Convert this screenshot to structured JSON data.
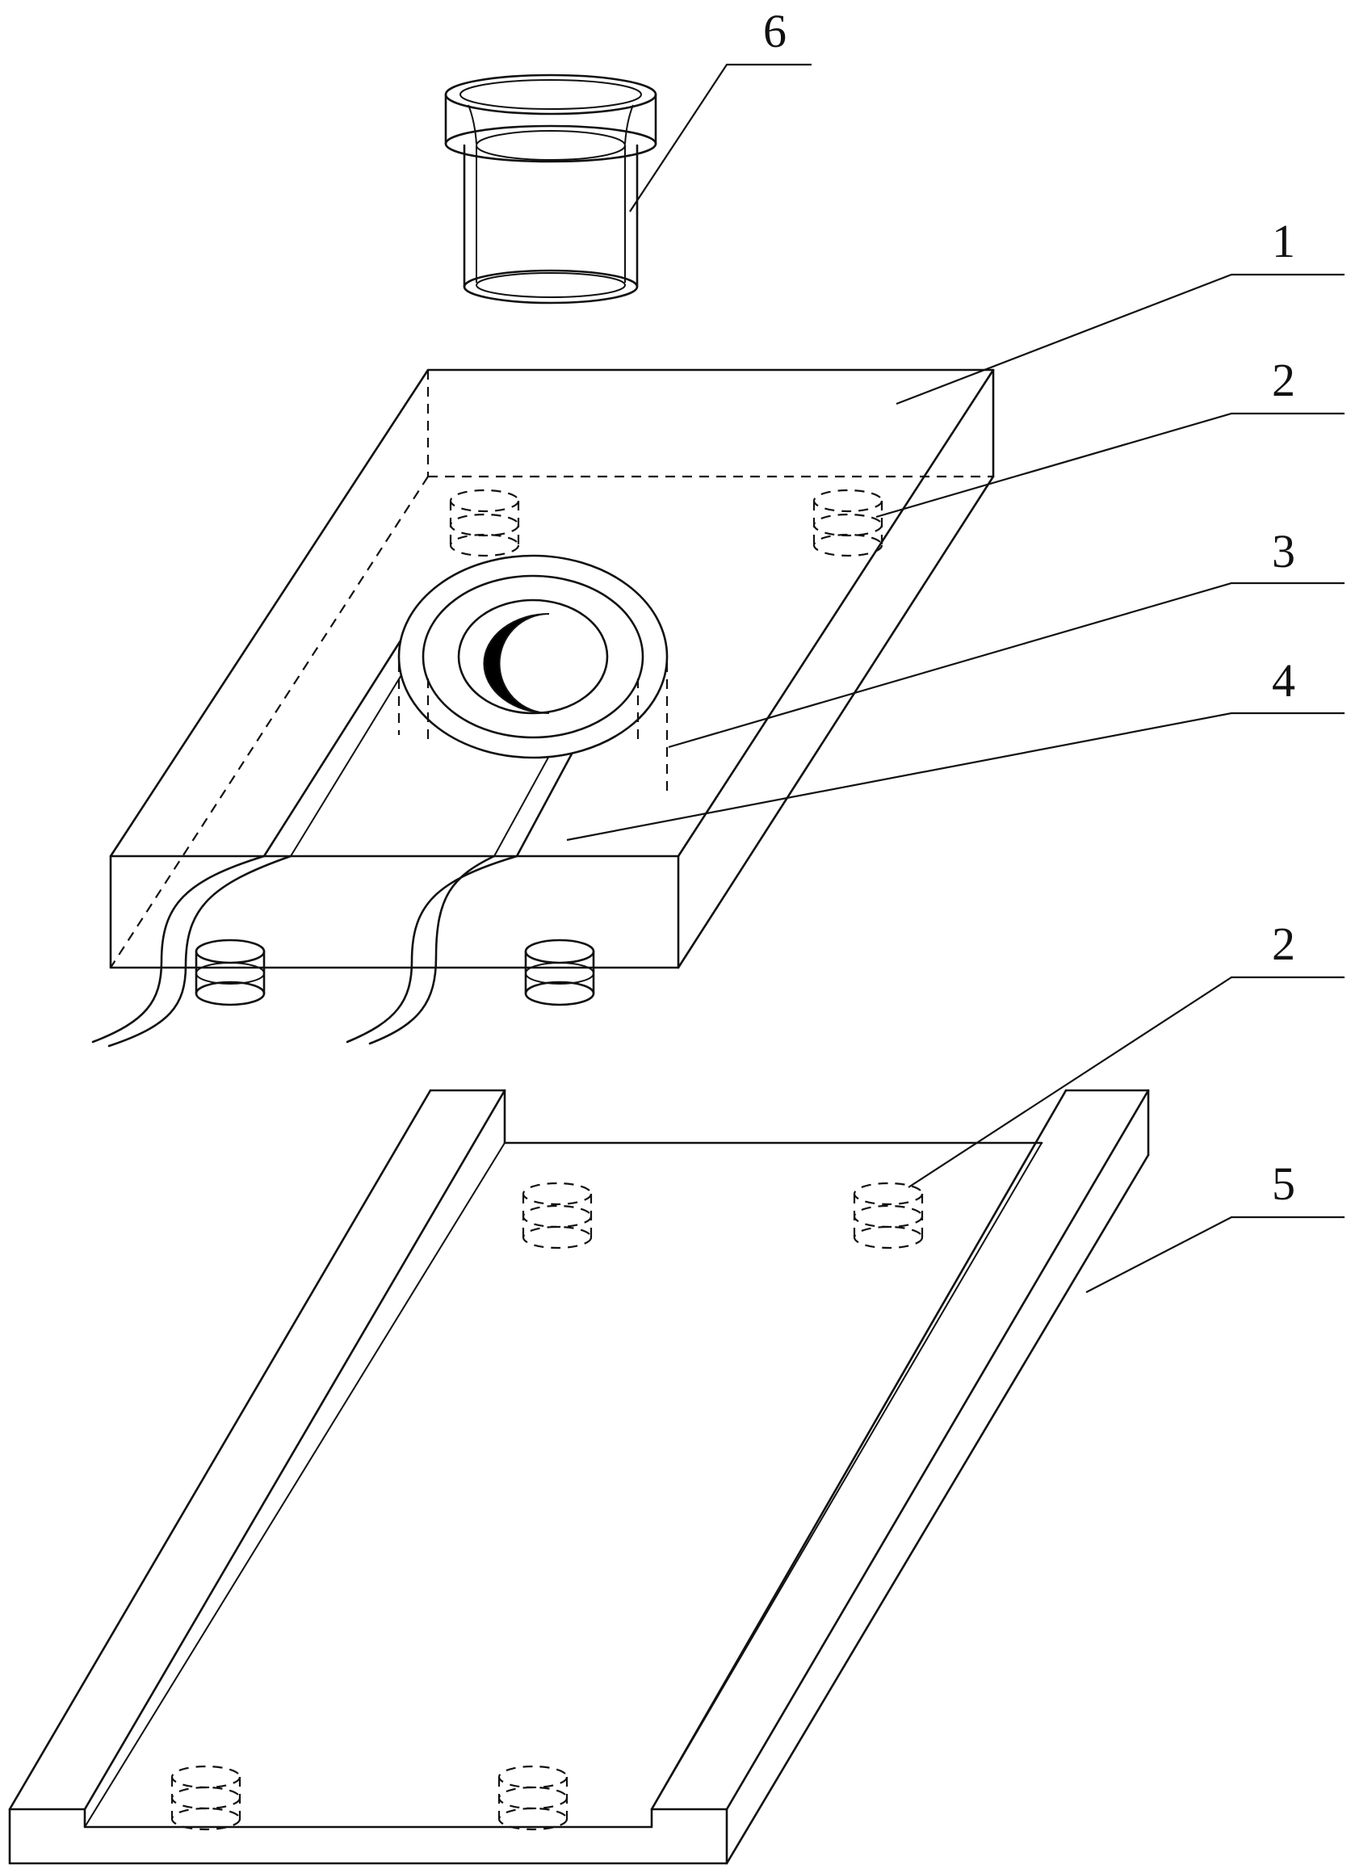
{
  "labels": {
    "l1": "1",
    "l2a": "2",
    "l3": "3",
    "l4": "4",
    "l2b": "2",
    "l5": "5",
    "l6": "6"
  },
  "colors": {
    "line": "#111111",
    "background": "#ffffff",
    "fill": "#000000"
  }
}
